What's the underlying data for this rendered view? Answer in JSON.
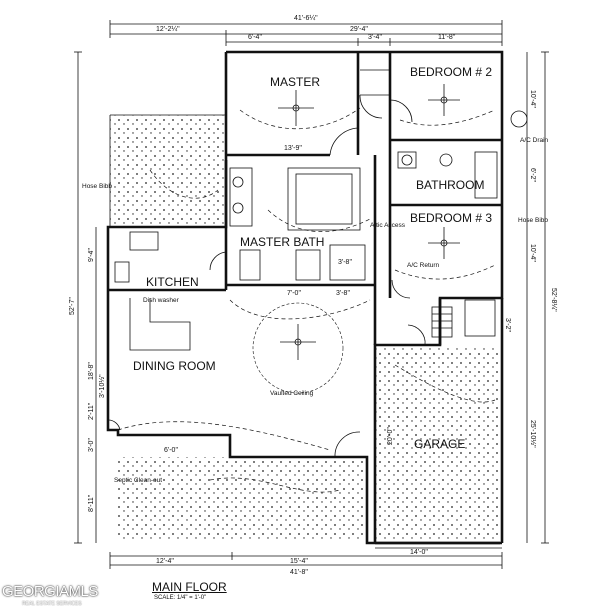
{
  "rooms": {
    "master": "MASTER",
    "bedroom2": "BEDROOM # 2",
    "bathroom": "BATHROOM",
    "bedroom3": "BEDROOM # 3",
    "master_bath": "MASTER BATH",
    "kitchen": "KITCHEN",
    "dining_room": "DINING ROOM",
    "garage": "GARAGE"
  },
  "notes": {
    "vaulted_ceiling": "Vaulted Ceiling",
    "hose_bibb_left": "Hose Bibb",
    "hose_bibb_right": "Hose Bibb",
    "ac_drain": "A/C Drain",
    "attic_access": "Attic Access",
    "ac_return": "A/C Return",
    "dishwasher": "Dish washer",
    "septic_cleanout": "Septic Clean-out"
  },
  "dimensions": {
    "top_overall": "41'-6¼\"",
    "top_left": "12'-2¼\"",
    "top_right": "29'-4\"",
    "master_width": "6'-4\"",
    "hall_width": "3'-4\"",
    "bed2_width": "11'-8\"",
    "master_depth": "13'-9\"",
    "left_overall": "52'-7\"",
    "left_kitchen": "9'-4\"",
    "left_dining": "18'-8\"",
    "left_lower_a": "3'-10½\"",
    "left_lower_b": "2'-11\"",
    "left_lower_c": "3'-0\"",
    "left_porch": "8'-11\"",
    "right_overall": "52'-8¼\"",
    "right_bed2": "10'-4\"",
    "right_bath": "6'-2\"",
    "right_bed3": "10'-4\"",
    "right_small": "3'-2\"",
    "right_garage": "25'-10½\"",
    "mid_a": "7'-0\"",
    "mid_b": "3'-8\"",
    "mid_c": "3'-8\"",
    "porch_depth": "6'-0\"",
    "garage_width": "14'-0\"",
    "garage_depth": "20'-0\"",
    "bottom_left": "12'-4\"",
    "bottom_mid": "15'-4\"",
    "bottom_overall": "41'-8\""
  },
  "title": "MAIN FLOOR",
  "scale": "SCALE: 1/4\" = 1'-0\"",
  "logo": {
    "main": "GEORGIAMLS",
    "sub": "REAL ESTATE SERVICES"
  }
}
